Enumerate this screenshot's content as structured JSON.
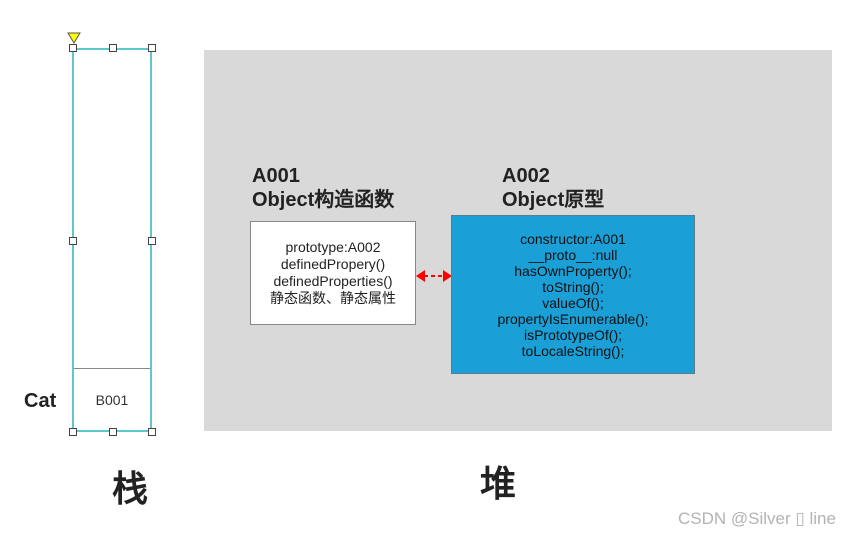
{
  "stack": {
    "title": "栈",
    "variable_label": "Cat",
    "cell_value": "B001"
  },
  "heap": {
    "title": "堆",
    "a001": {
      "id": "A001",
      "name": "Object构造函数",
      "lines": [
        "prototype:A002",
        "definedPropery()",
        "definedProperties()",
        "静态函数、静态属性"
      ]
    },
    "a002": {
      "id": "A002",
      "name": "Object原型",
      "lines": [
        "constructor:A001",
        "__proto__:null",
        "hasOwnProperty();",
        "toString();",
        "valueOf();",
        "propertyIsEnumerable();",
        "isPrototypeOf();",
        "toLocaleString();"
      ]
    }
  },
  "watermark": "CSDN @Silver ▯ line",
  "colors": {
    "heap_bg": "#d9d9d9",
    "a002_fill": "#1a9fd6",
    "stack_border": "#5cc8cc",
    "arrow": "#ff0000",
    "rotate_handle": "#ffff00"
  }
}
